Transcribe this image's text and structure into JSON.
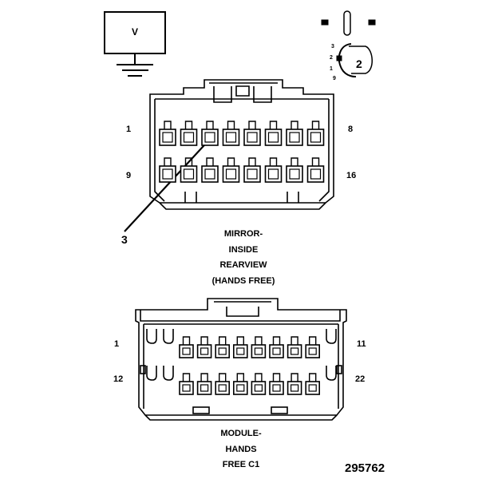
{
  "voltmeter": {
    "label": "V"
  },
  "callouts": {
    "c2": "2",
    "c3": "3"
  },
  "ammeter_pins": [
    "3",
    "2",
    "1",
    "9"
  ],
  "connector1": {
    "pin_tl": "1",
    "pin_tr": "8",
    "pin_bl": "9",
    "pin_br": "16",
    "caption": [
      "MIRROR-",
      "INSIDE",
      "REARVIEW",
      "(HANDS FREE)"
    ]
  },
  "connector2": {
    "pin_tl": "1",
    "pin_tr": "11",
    "pin_bl": "12",
    "pin_br": "22",
    "caption": [
      "MODULE-",
      "HANDS",
      "FREE C1"
    ]
  },
  "figure_number": "295762"
}
